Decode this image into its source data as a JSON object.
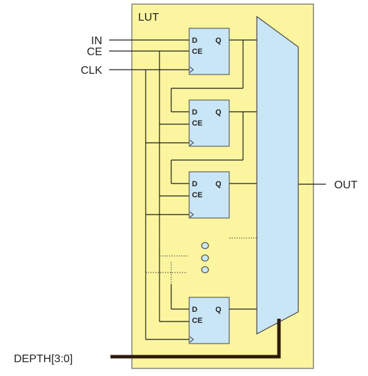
{
  "block": {
    "label": "LUT",
    "fill": "#fcf5a0",
    "border": "#666666"
  },
  "inputs": {
    "in": "IN",
    "ce": "CE",
    "clk": "CLK",
    "depth": "DEPTH[3:0]"
  },
  "output": {
    "label": "OUT"
  },
  "flipflop": {
    "d_pin": "D",
    "ce_pin": "CE",
    "q_pin": "Q",
    "fill": "#c9e6f7"
  },
  "flipflop_count_shown": 4,
  "mux": {
    "fill": "#c9e6f7"
  }
}
